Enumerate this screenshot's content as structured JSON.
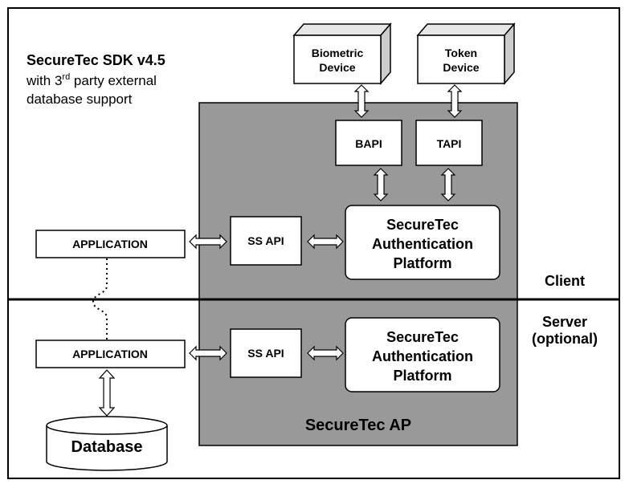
{
  "sdk": {
    "title": "SecureTec SDK v4.5",
    "subtitle_line1_prefix": "with 3",
    "subtitle_line1_sup": "rd",
    "subtitle_line1_suffix": " party external",
    "subtitle_line2": "database support"
  },
  "devices": {
    "biometric": [
      "Biometric",
      "Device"
    ],
    "token": [
      "Token",
      "Device"
    ]
  },
  "apis": {
    "bapi": "BAPI",
    "tapi": "TAPI",
    "ssapi_client": "SS API",
    "ssapi_server": "SS API"
  },
  "platform_client": [
    "SecureTec",
    "Authentication",
    "Platform"
  ],
  "platform_server": [
    "SecureTec",
    "Authentication",
    "Platform"
  ],
  "applications": {
    "client": "APPLICATION",
    "server": "APPLICATION"
  },
  "database": "Database",
  "ap_label": "SecureTec AP",
  "zones": {
    "client": "Client",
    "server_line1": "Server",
    "server_line2": "(optional)"
  },
  "colors": {
    "ap_fill": "#999999",
    "box_fill": "#ffffff",
    "device_side": "#dddddd",
    "stroke": "#000000"
  }
}
